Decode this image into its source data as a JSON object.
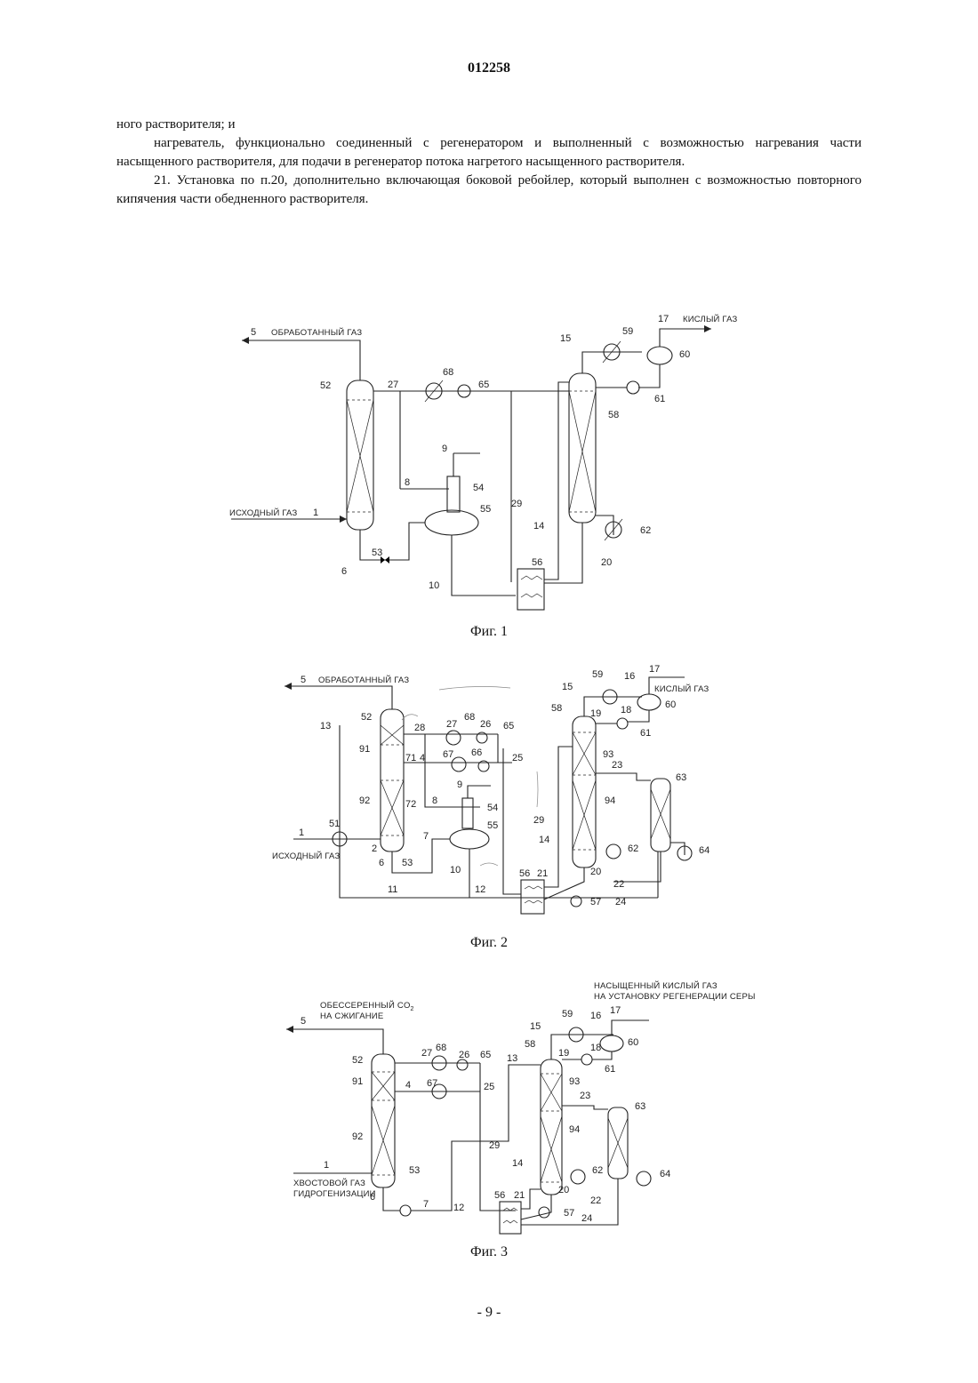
{
  "header": {
    "patent_number": "012258"
  },
  "text": {
    "p1": "ного растворителя; и",
    "p2": "нагреватель, функционально соединенный с регенератором и выполненный с возможностью нагревания части насыщенного растворителя, для подачи в регенератор потока нагретого насыщенного растворителя.",
    "p3": "21. Установка по п.20, дополнительно включающая боковой ребойлер, который выполнен с возможностью повторного кипячения части обедненного растворителя."
  },
  "fig1": {
    "caption": "Фиг. 1",
    "labels": {
      "treated_gas": "ОБРАБОТАННЫЙ ГАЗ",
      "acid_gas": "КИСЛЫЙ ГАЗ",
      "feed_gas": "ИСХОДНЫЙ ГАЗ"
    },
    "numbers": {
      "n5": "5",
      "n52": "52",
      "n27": "27",
      "n68": "68",
      "n65": "65",
      "n9": "9",
      "n8": "8",
      "n54": "54",
      "n55": "55",
      "n1": "1",
      "n53": "53",
      "n6": "6",
      "n10": "10",
      "n29": "29",
      "n56": "56",
      "n15": "15",
      "n59": "59",
      "n17": "17",
      "n60": "60",
      "n61": "61",
      "n58": "58",
      "n14": "14",
      "n62": "62",
      "n20": "20"
    }
  },
  "fig2": {
    "caption": "Фиг. 2",
    "labels": {
      "treated_gas": "ОБРАБОТАННЫЙ ГАЗ",
      "acid_gas": "КИСЛЫЙ ГАЗ",
      "feed_gas": "ИСХОДНЫЙ ГАЗ"
    },
    "numbers": {
      "n5": "5",
      "n13": "13",
      "n52": "52",
      "n91": "91",
      "n92": "92",
      "n51": "51",
      "n1": "1",
      "n2": "2",
      "n6": "6",
      "n53": "53",
      "n11": "11",
      "n28": "28",
      "n27": "27",
      "n68": "68",
      "n26": "26",
      "n65": "65",
      "n71": "71",
      "n4": "4",
      "n67": "67",
      "n66": "66",
      "n72": "72",
      "n25": "25",
      "n9": "9",
      "n8": "8",
      "n54": "54",
      "n7": "7",
      "n55": "55",
      "n10": "10",
      "n12": "12",
      "n29": "29",
      "n14": "14",
      "n56": "56",
      "n21": "21",
      "n57": "57",
      "n24": "24",
      "n15": "15",
      "n59": "59",
      "n16": "16",
      "n17": "17",
      "n58": "58",
      "n19": "19",
      "n18": "18",
      "n60": "60",
      "n61": "61",
      "n93": "93",
      "n23": "23",
      "n94": "94",
      "n63": "63",
      "n62": "62",
      "n20": "20",
      "n22": "22",
      "n64": "64"
    }
  },
  "fig3": {
    "caption": "Фиг. 3",
    "labels": {
      "desulf_co2_l1": "ОБЕССЕРЕННЫЙ CO",
      "desulf_co2_sub": "2",
      "desulf_co2_l2": "НА СЖИГАНИЕ",
      "sat_acid_l1": "НАСЫЩЕННЫЙ КИСЛЫЙ ГАЗ",
      "sat_acid_l2": "НА УСТАНОВКУ РЕГЕНЕРАЦИИ СЕРЫ",
      "tail_gas_l1": "ХВОСТОВОЙ ГАЗ",
      "tail_gas_l2": "ГИДРОГЕНИЗАЦИИ"
    },
    "numbers": {
      "n5": "5",
      "n52": "52",
      "n91": "91",
      "n92": "92",
      "n1": "1",
      "n6": "6",
      "n53": "53",
      "n7": "7",
      "n27": "27",
      "n68": "68",
      "n26": "26",
      "n65": "65",
      "n4": "4",
      "n67": "67",
      "n25": "25",
      "n13": "13",
      "n29": "29",
      "n12": "12",
      "n56": "56",
      "n21": "21",
      "n57": "57",
      "n24": "24",
      "n15": "15",
      "n59": "59",
      "n16": "16",
      "n17": "17",
      "n58": "58",
      "n19": "19",
      "n18": "18",
      "n60": "60",
      "n61": "61",
      "n93": "93",
      "n23": "23",
      "n94": "94",
      "n63": "63",
      "n14": "14",
      "n62": "62",
      "n20": "20",
      "n22": "22",
      "n64": "64"
    }
  },
  "footer": {
    "page_number": "- 9 -"
  }
}
